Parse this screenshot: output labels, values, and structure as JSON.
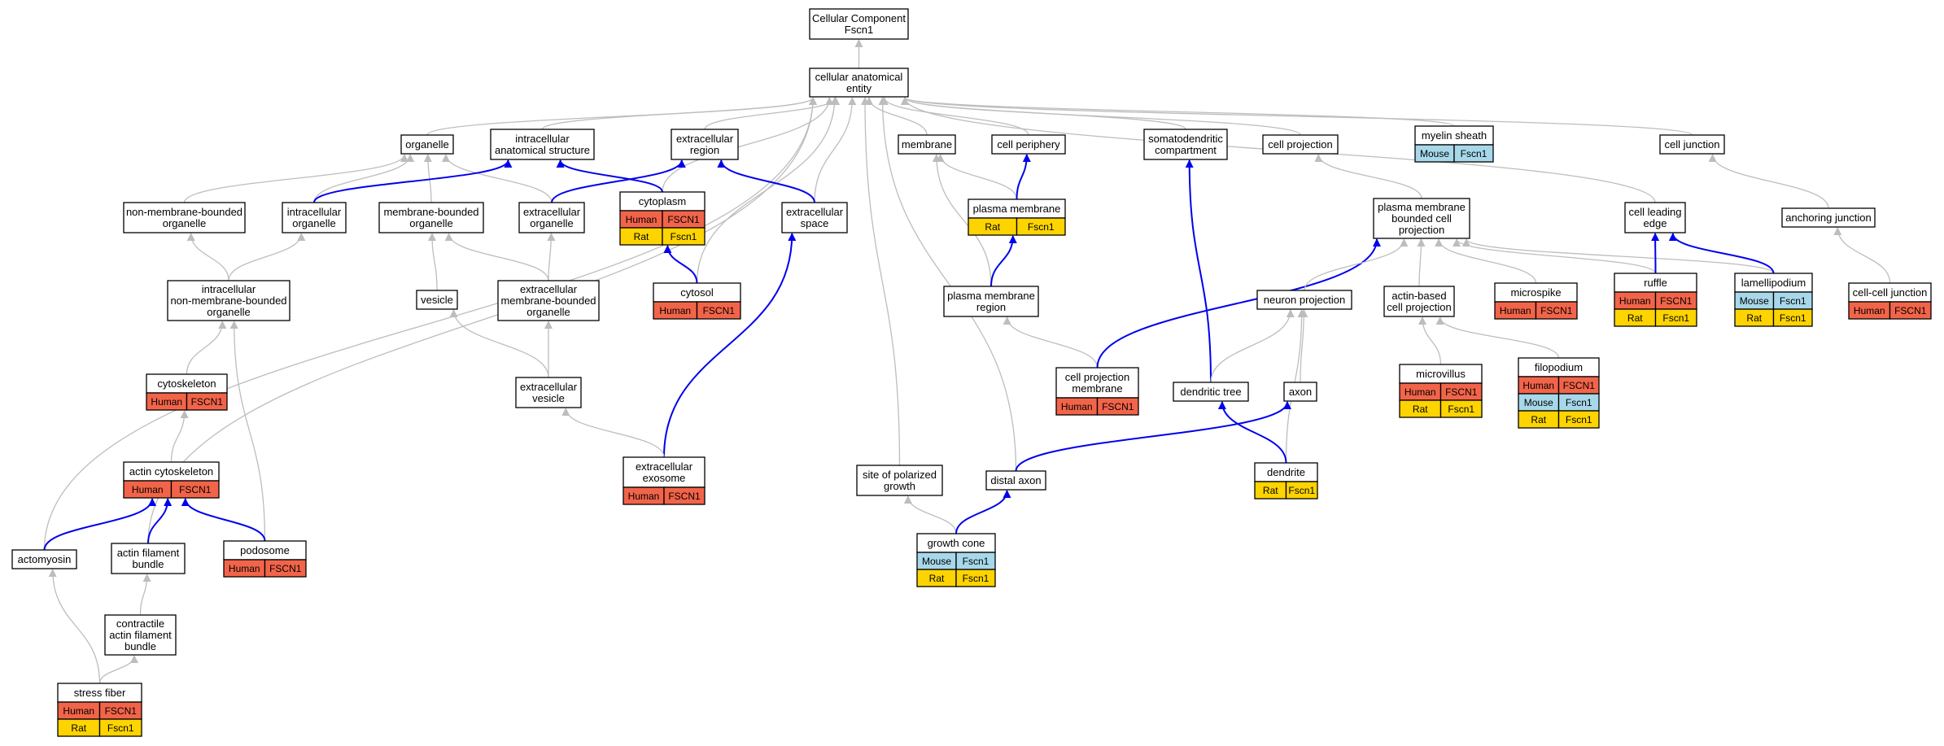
{
  "colors": {
    "human": "#f26449",
    "mouse": "#a7d8ea",
    "rat": "#fdd400",
    "is_a_edge": "#bdbdbd",
    "part_of_edge": "#0000ee",
    "node_border": "#000000"
  },
  "nodes": [
    {
      "id": "cc",
      "lines": [
        "Cellular Component",
        "Fscn1"
      ]
    },
    {
      "id": "cae",
      "lines": [
        "cellular anatomical",
        "entity"
      ]
    },
    {
      "id": "organelle",
      "lines": [
        "organelle"
      ]
    },
    {
      "id": "ias",
      "lines": [
        "intracellular",
        "anatomical structure"
      ]
    },
    {
      "id": "exregion",
      "lines": [
        "extracellular",
        "region"
      ]
    },
    {
      "id": "membrane",
      "lines": [
        "membrane"
      ]
    },
    {
      "id": "cellperiph",
      "lines": [
        "cell periphery"
      ]
    },
    {
      "id": "somato",
      "lines": [
        "somatodendritic",
        "compartment"
      ]
    },
    {
      "id": "cellproj",
      "lines": [
        "cell projection"
      ]
    },
    {
      "id": "myelin",
      "lines": [
        "myelin sheath"
      ],
      "rows": [
        [
          {
            "sp": "mouse",
            "t": "Mouse"
          },
          {
            "sp": "mouse",
            "t": "Fscn1"
          }
        ]
      ]
    },
    {
      "id": "celljunc",
      "lines": [
        "cell junction"
      ]
    },
    {
      "id": "nmbo",
      "lines": [
        "non-membrane-bounded",
        "organelle"
      ]
    },
    {
      "id": "intraorg",
      "lines": [
        "intracellular",
        "organelle"
      ]
    },
    {
      "id": "mbo",
      "lines": [
        "membrane-bounded",
        "organelle"
      ]
    },
    {
      "id": "exorg",
      "lines": [
        "extracellular",
        "organelle"
      ]
    },
    {
      "id": "cytoplasm",
      "lines": [
        "cytoplasm"
      ],
      "rows": [
        [
          {
            "sp": "human",
            "t": "Human"
          },
          {
            "sp": "human",
            "t": "FSCN1"
          }
        ],
        [
          {
            "sp": "rat",
            "t": "Rat"
          },
          {
            "sp": "rat",
            "t": "Fscn1"
          }
        ]
      ]
    },
    {
      "id": "exspace",
      "lines": [
        "extracellular",
        "space"
      ]
    },
    {
      "id": "pm",
      "lines": [
        "plasma membrane"
      ],
      "rows": [
        [
          {
            "sp": "rat",
            "t": "Rat"
          },
          {
            "sp": "rat",
            "t": "Fscn1"
          }
        ]
      ]
    },
    {
      "id": "pmbcp",
      "lines": [
        "plasma membrane",
        "bounded cell",
        "projection"
      ]
    },
    {
      "id": "leadedge",
      "lines": [
        "cell leading",
        "edge"
      ]
    },
    {
      "id": "anchjunc",
      "lines": [
        "anchoring junction"
      ]
    },
    {
      "id": "inmbo",
      "lines": [
        "intracellular",
        "non-membrane-bounded",
        "organelle"
      ]
    },
    {
      "id": "vesicle",
      "lines": [
        "vesicle"
      ]
    },
    {
      "id": "exmbo",
      "lines": [
        "extracellular",
        "membrane-bounded",
        "organelle"
      ]
    },
    {
      "id": "cytosol",
      "lines": [
        "cytosol"
      ],
      "rows": [
        [
          {
            "sp": "human",
            "t": "Human"
          },
          {
            "sp": "human",
            "t": "FSCN1"
          }
        ]
      ]
    },
    {
      "id": "pmregion",
      "lines": [
        "plasma membrane",
        "region"
      ]
    },
    {
      "id": "neuronproj",
      "lines": [
        "neuron projection"
      ]
    },
    {
      "id": "actincp",
      "lines": [
        "actin-based",
        "cell projection"
      ]
    },
    {
      "id": "microspike",
      "lines": [
        "microspike"
      ],
      "rows": [
        [
          {
            "sp": "human",
            "t": "Human"
          },
          {
            "sp": "human",
            "t": "FSCN1"
          }
        ]
      ]
    },
    {
      "id": "ruffle",
      "lines": [
        "ruffle"
      ],
      "rows": [
        [
          {
            "sp": "human",
            "t": "Human"
          },
          {
            "sp": "human",
            "t": "FSCN1"
          }
        ],
        [
          {
            "sp": "rat",
            "t": "Rat"
          },
          {
            "sp": "rat",
            "t": "Fscn1"
          }
        ]
      ]
    },
    {
      "id": "lamell",
      "lines": [
        "lamellipodium"
      ],
      "rows": [
        [
          {
            "sp": "mouse",
            "t": "Mouse"
          },
          {
            "sp": "mouse",
            "t": "Fscn1"
          }
        ],
        [
          {
            "sp": "rat",
            "t": "Rat"
          },
          {
            "sp": "rat",
            "t": "Fscn1"
          }
        ]
      ]
    },
    {
      "id": "ccjunc",
      "lines": [
        "cell-cell junction"
      ],
      "rows": [
        [
          {
            "sp": "human",
            "t": "Human"
          },
          {
            "sp": "human",
            "t": "FSCN1"
          }
        ]
      ]
    },
    {
      "id": "cytoskel",
      "lines": [
        "cytoskeleton"
      ],
      "rows": [
        [
          {
            "sp": "human",
            "t": "Human"
          },
          {
            "sp": "human",
            "t": "FSCN1"
          }
        ]
      ]
    },
    {
      "id": "exvesicle",
      "lines": [
        "extracellular",
        "vesicle"
      ]
    },
    {
      "id": "cpm",
      "lines": [
        "cell projection",
        "membrane"
      ],
      "rows": [
        [
          {
            "sp": "human",
            "t": "Human"
          },
          {
            "sp": "human",
            "t": "FSCN1"
          }
        ]
      ]
    },
    {
      "id": "dendtree",
      "lines": [
        "dendritic tree"
      ]
    },
    {
      "id": "axon",
      "lines": [
        "axon"
      ]
    },
    {
      "id": "microvillus",
      "lines": [
        "microvillus"
      ],
      "rows": [
        [
          {
            "sp": "human",
            "t": "Human"
          },
          {
            "sp": "human",
            "t": "FSCN1"
          }
        ],
        [
          {
            "sp": "rat",
            "t": "Rat"
          },
          {
            "sp": "rat",
            "t": "Fscn1"
          }
        ]
      ]
    },
    {
      "id": "filopod",
      "lines": [
        "filopodium"
      ],
      "rows": [
        [
          {
            "sp": "human",
            "t": "Human"
          },
          {
            "sp": "human",
            "t": "FSCN1"
          }
        ],
        [
          {
            "sp": "mouse",
            "t": "Mouse"
          },
          {
            "sp": "mouse",
            "t": "Fscn1"
          }
        ],
        [
          {
            "sp": "rat",
            "t": "Rat"
          },
          {
            "sp": "rat",
            "t": "Fscn1"
          }
        ]
      ]
    },
    {
      "id": "actinckel",
      "lines": [
        "actin cytoskeleton"
      ],
      "rows": [
        [
          {
            "sp": "human",
            "t": "Human"
          },
          {
            "sp": "human",
            "t": "FSCN1"
          }
        ]
      ]
    },
    {
      "id": "exosome",
      "lines": [
        "extracellular",
        "exosome"
      ],
      "rows": [
        [
          {
            "sp": "human",
            "t": "Human"
          },
          {
            "sp": "human",
            "t": "FSCN1"
          }
        ]
      ]
    },
    {
      "id": "polgrowth",
      "lines": [
        "site of polarized",
        "growth"
      ]
    },
    {
      "id": "distaxon",
      "lines": [
        "distal axon"
      ]
    },
    {
      "id": "dendrite",
      "lines": [
        "dendrite"
      ],
      "rows": [
        [
          {
            "sp": "rat",
            "t": "Rat"
          },
          {
            "sp": "rat",
            "t": "Fscn1"
          }
        ]
      ]
    },
    {
      "id": "actomyosin",
      "lines": [
        "actomyosin"
      ]
    },
    {
      "id": "afb",
      "lines": [
        "actin filament",
        "bundle"
      ]
    },
    {
      "id": "podosome",
      "lines": [
        "podosome"
      ],
      "rows": [
        [
          {
            "sp": "human",
            "t": "Human"
          },
          {
            "sp": "human",
            "t": "FSCN1"
          }
        ]
      ]
    },
    {
      "id": "growthcone",
      "lines": [
        "growth cone"
      ],
      "rows": [
        [
          {
            "sp": "mouse",
            "t": "Mouse"
          },
          {
            "sp": "mouse",
            "t": "Fscn1"
          }
        ],
        [
          {
            "sp": "rat",
            "t": "Rat"
          },
          {
            "sp": "rat",
            "t": "Fscn1"
          }
        ]
      ]
    },
    {
      "id": "cafb",
      "lines": [
        "contractile",
        "actin filament",
        "bundle"
      ]
    },
    {
      "id": "stressfiber",
      "lines": [
        "stress fiber"
      ],
      "rows": [
        [
          {
            "sp": "human",
            "t": "Human"
          },
          {
            "sp": "human",
            "t": "FSCN1"
          }
        ],
        [
          {
            "sp": "rat",
            "t": "Rat"
          },
          {
            "sp": "rat",
            "t": "Fscn1"
          }
        ]
      ]
    }
  ],
  "edges": [
    {
      "from": "cae",
      "to": "cc",
      "type": "is_a"
    },
    {
      "from": "organelle",
      "to": "cae",
      "type": "is_a"
    },
    {
      "from": "ias",
      "to": "cae",
      "type": "is_a"
    },
    {
      "from": "exregion",
      "to": "cae",
      "type": "is_a"
    },
    {
      "from": "membrane",
      "to": "cae",
      "type": "is_a"
    },
    {
      "from": "cellperiph",
      "to": "cae",
      "type": "is_a"
    },
    {
      "from": "somato",
      "to": "cae",
      "type": "is_a"
    },
    {
      "from": "cellproj",
      "to": "cae",
      "type": "is_a"
    },
    {
      "from": "myelin",
      "to": "cae",
      "type": "is_a"
    },
    {
      "from": "celljunc",
      "to": "cae",
      "type": "is_a"
    },
    {
      "from": "cytoplasm",
      "to": "cae",
      "type": "is_a"
    },
    {
      "from": "exspace",
      "to": "cae",
      "type": "is_a"
    },
    {
      "from": "cytosol",
      "to": "cae",
      "type": "is_a"
    },
    {
      "from": "polgrowth",
      "to": "cae",
      "type": "is_a"
    },
    {
      "from": "distaxon",
      "to": "cae",
      "type": "is_a"
    },
    {
      "from": "actomyosin",
      "to": "cae",
      "type": "is_a"
    },
    {
      "from": "afb",
      "to": "cae",
      "type": "is_a"
    },
    {
      "from": "leadedge",
      "to": "cae",
      "type": "is_a"
    },
    {
      "from": "nmbo",
      "to": "organelle",
      "type": "is_a"
    },
    {
      "from": "intraorg",
      "to": "organelle",
      "type": "is_a"
    },
    {
      "from": "mbo",
      "to": "organelle",
      "type": "is_a"
    },
    {
      "from": "exorg",
      "to": "organelle",
      "type": "is_a"
    },
    {
      "from": "intraorg",
      "to": "ias",
      "type": "part_of"
    },
    {
      "from": "cytoplasm",
      "to": "ias",
      "type": "part_of"
    },
    {
      "from": "exorg",
      "to": "exregion",
      "type": "part_of"
    },
    {
      "from": "exspace",
      "to": "exregion",
      "type": "part_of"
    },
    {
      "from": "pm",
      "to": "membrane",
      "type": "is_a"
    },
    {
      "from": "pmregion",
      "to": "membrane",
      "type": "is_a"
    },
    {
      "from": "pm",
      "to": "cellperiph",
      "type": "part_of"
    },
    {
      "from": "pmregion",
      "to": "pm",
      "type": "part_of"
    },
    {
      "from": "dendtree",
      "to": "somato",
      "type": "part_of"
    },
    {
      "from": "pmbcp",
      "to": "cellproj",
      "type": "is_a"
    },
    {
      "from": "anchjunc",
      "to": "celljunc",
      "type": "is_a"
    },
    {
      "from": "inmbo",
      "to": "nmbo",
      "type": "is_a"
    },
    {
      "from": "inmbo",
      "to": "intraorg",
      "type": "is_a"
    },
    {
      "from": "vesicle",
      "to": "mbo",
      "type": "is_a"
    },
    {
      "from": "exmbo",
      "to": "mbo",
      "type": "is_a"
    },
    {
      "from": "exmbo",
      "to": "exorg",
      "type": "is_a"
    },
    {
      "from": "cytosol",
      "to": "cytoplasm",
      "type": "part_of"
    },
    {
      "from": "exosome",
      "to": "exspace",
      "type": "part_of"
    },
    {
      "from": "cpm",
      "to": "pmregion",
      "type": "is_a"
    },
    {
      "from": "cpm",
      "to": "pmbcp",
      "type": "part_of"
    },
    {
      "from": "neuronproj",
      "to": "pmbcp",
      "type": "is_a"
    },
    {
      "from": "actincp",
      "to": "pmbcp",
      "type": "is_a"
    },
    {
      "from": "microspike",
      "to": "pmbcp",
      "type": "is_a"
    },
    {
      "from": "ruffle",
      "to": "pmbcp",
      "type": "is_a"
    },
    {
      "from": "lamell",
      "to": "pmbcp",
      "type": "is_a"
    },
    {
      "from": "ruffle",
      "to": "leadedge",
      "type": "part_of"
    },
    {
      "from": "lamell",
      "to": "leadedge",
      "type": "part_of"
    },
    {
      "from": "ccjunc",
      "to": "anchjunc",
      "type": "is_a"
    },
    {
      "from": "cytoskel",
      "to": "inmbo",
      "type": "is_a"
    },
    {
      "from": "podosome",
      "to": "inmbo",
      "type": "is_a"
    },
    {
      "from": "exvesicle",
      "to": "vesicle",
      "type": "is_a"
    },
    {
      "from": "exvesicle",
      "to": "exmbo",
      "type": "is_a"
    },
    {
      "from": "exosome",
      "to": "exvesicle",
      "type": "is_a"
    },
    {
      "from": "dendtree",
      "to": "neuronproj",
      "type": "is_a"
    },
    {
      "from": "axon",
      "to": "neuronproj",
      "type": "is_a"
    },
    {
      "from": "dendrite",
      "to": "neuronproj",
      "type": "is_a"
    },
    {
      "from": "microvillus",
      "to": "actincp",
      "type": "is_a"
    },
    {
      "from": "filopod",
      "to": "actincp",
      "type": "is_a"
    },
    {
      "from": "actinckel",
      "to": "cytoskel",
      "type": "is_a"
    },
    {
      "from": "dendrite",
      "to": "dendtree",
      "type": "part_of"
    },
    {
      "from": "distaxon",
      "to": "axon",
      "type": "part_of"
    },
    {
      "from": "growthcone",
      "to": "polgrowth",
      "type": "is_a"
    },
    {
      "from": "growthcone",
      "to": "distaxon",
      "type": "part_of"
    },
    {
      "from": "actomyosin",
      "to": "actinckel",
      "type": "part_of"
    },
    {
      "from": "afb",
      "to": "actinckel",
      "type": "part_of"
    },
    {
      "from": "podosome",
      "to": "actinckel",
      "type": "part_of"
    },
    {
      "from": "cafb",
      "to": "afb",
      "type": "is_a"
    },
    {
      "from": "stressfiber",
      "to": "cafb",
      "type": "is_a"
    },
    {
      "from": "stressfiber",
      "to": "actomyosin",
      "type": "is_a"
    }
  ]
}
